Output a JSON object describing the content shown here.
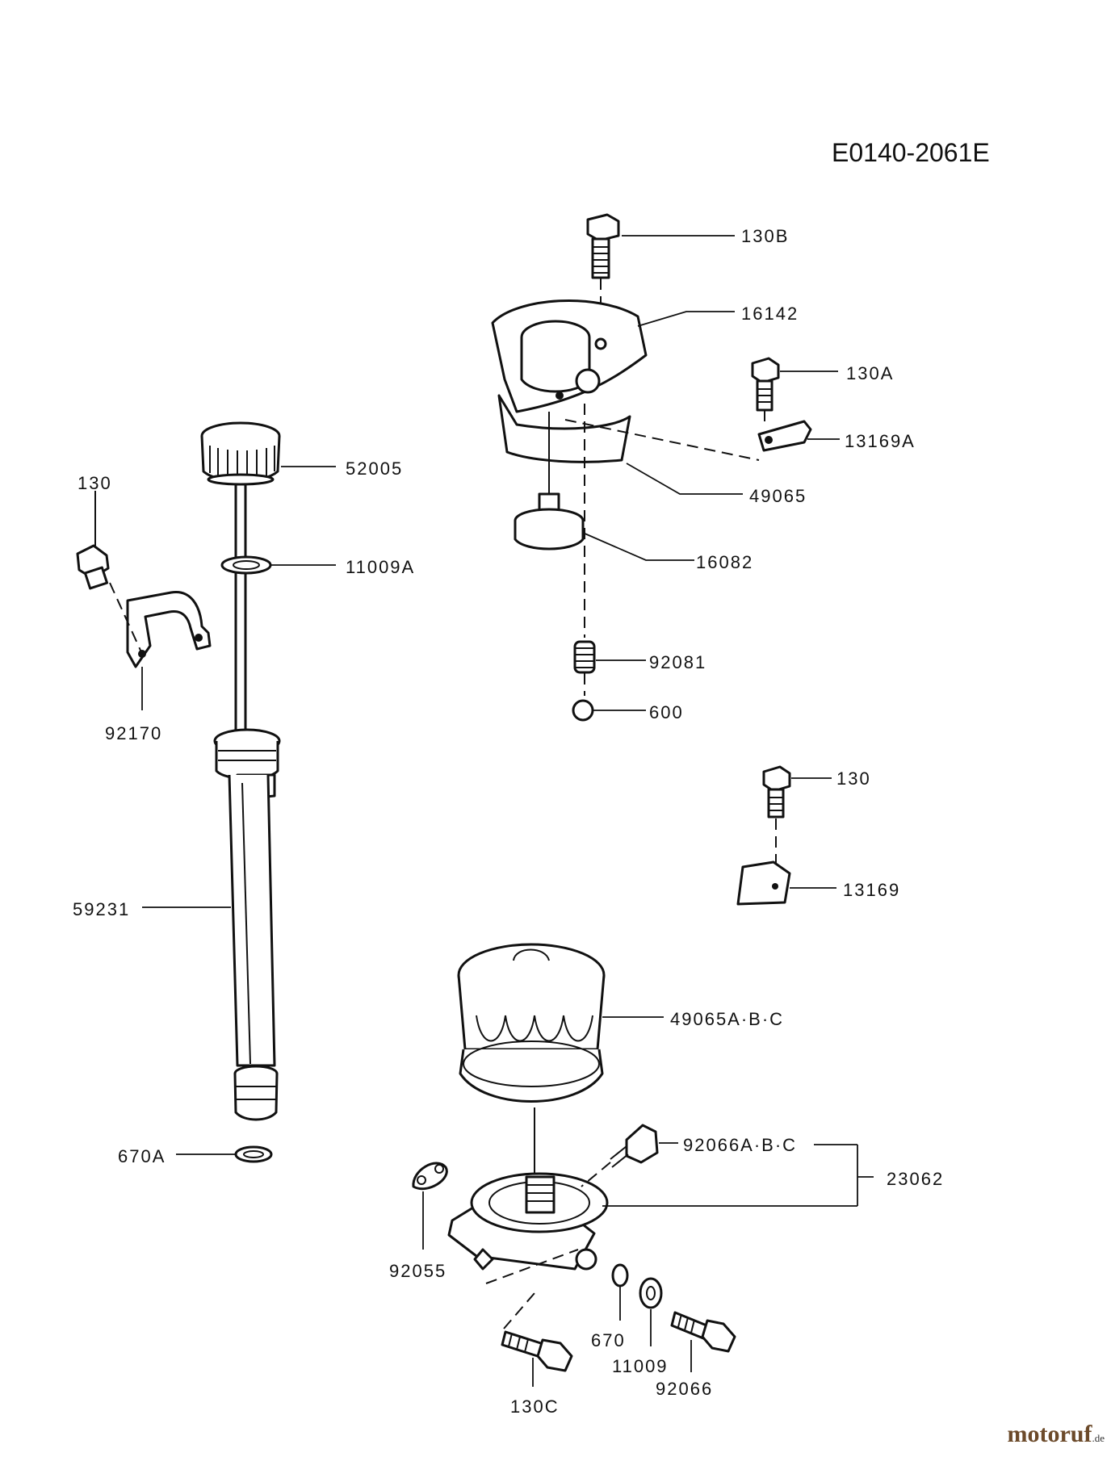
{
  "diagram": {
    "code": "E0140-2061E",
    "callouts": {
      "c130B": "130B",
      "c16142": "16142",
      "c130A": "130A",
      "c13169A": "13169A",
      "c49065": "49065",
      "c16082": "16082",
      "c92081": "92081",
      "c600": "600",
      "c52005": "52005",
      "c11009A": "11009A",
      "c130L": "130",
      "c92170": "92170",
      "c130R": "130",
      "c13169": "13169",
      "c59231": "59231",
      "c49065ABC": "49065A·B·C",
      "c92066ABC": "92066A·B·C",
      "c23062": "23062",
      "c670A": "670A",
      "c92055": "92055",
      "c670": "670",
      "c11009": "11009",
      "c92066": "92066",
      "c130C": "130C"
    },
    "brand": {
      "name": "motoruf",
      "tld": ".de"
    }
  }
}
